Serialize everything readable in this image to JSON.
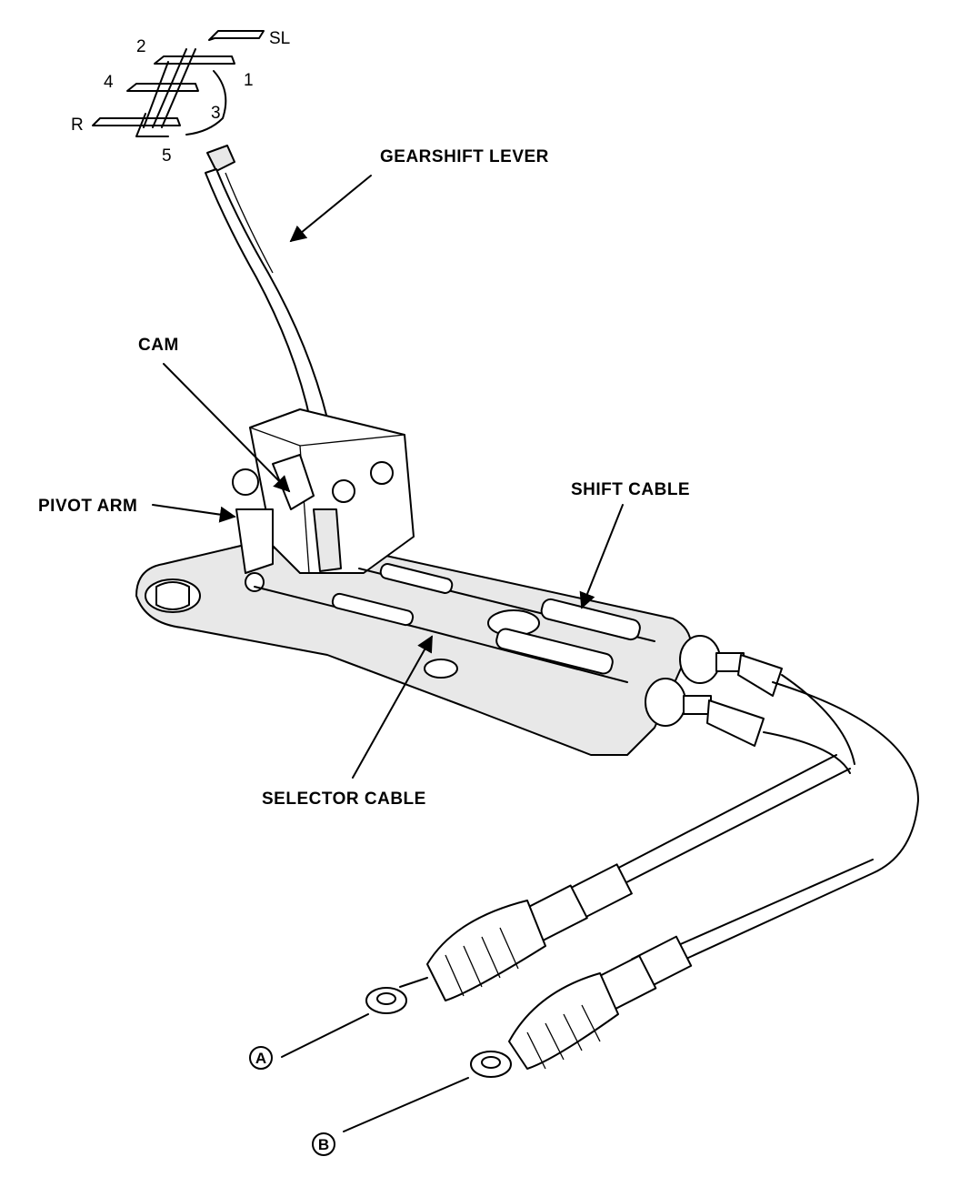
{
  "labels": {
    "gearshift_lever": "GEARSHIFT LEVER",
    "cam": "CAM",
    "pivot_arm": "PIVOT ARM",
    "shift_cable": "SHIFT CABLE",
    "selector_cable": "SELECTOR CABLE",
    "cable_a": "A",
    "cable_b": "B"
  },
  "shift_pattern": {
    "sl": "SL",
    "first": "1",
    "second": "2",
    "third": "3",
    "fourth": "4",
    "fifth": "5",
    "reverse": "R"
  }
}
